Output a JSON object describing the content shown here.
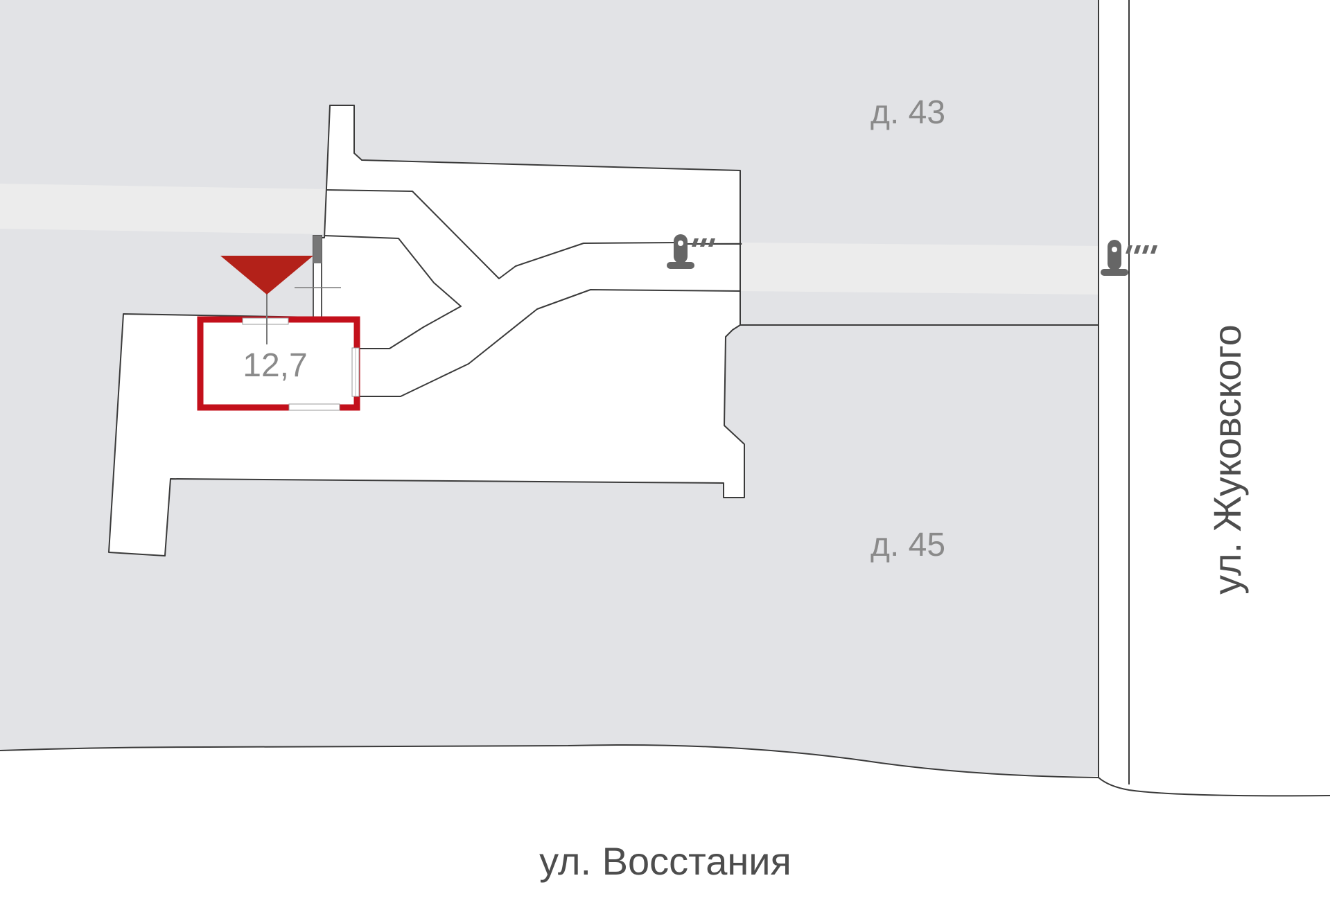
{
  "buildings": {
    "north_label": "д. 43",
    "south_label": "д. 45"
  },
  "streets": {
    "bottom_label": "ул. Восстания",
    "right_label": "ул. Жуковского"
  },
  "unit": {
    "area_label": "12,7"
  },
  "colors": {
    "building_fill": "#e2e3e6",
    "courtyard_fill": "#ffffff",
    "passage_fill": "#ececec",
    "outline": "#3a3a3a",
    "unit_highlight": "#c3101b",
    "entrance_marker": "#b32119",
    "barrier": "#666666"
  },
  "icons": {
    "entrance": "entrance-marker-icon",
    "barrier": "barrier-gate-icon"
  }
}
